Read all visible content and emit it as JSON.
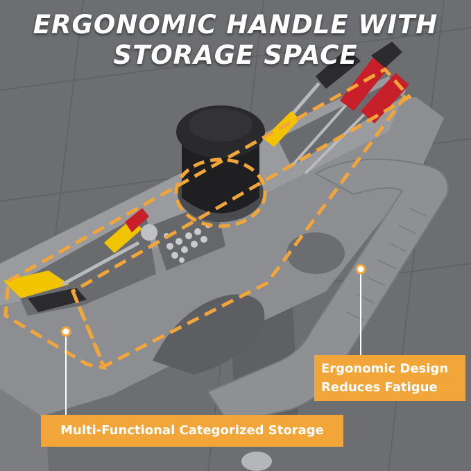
{
  "headline": {
    "line1": "ERGONOMIC HANDLE WITH",
    "line2": "STORAGE SPACE"
  },
  "callouts": {
    "design_line1": "Ergonomic Design",
    "design_line2": "Reduces Fatigue",
    "storage": "Multi-Functional Categorized Storage"
  },
  "colors": {
    "accent": "#f2a63a",
    "cart_plastic": "#8a8b8e",
    "floor": "#6f7073",
    "tool_yellow": "#f2c400",
    "tool_red": "#c8202a"
  }
}
